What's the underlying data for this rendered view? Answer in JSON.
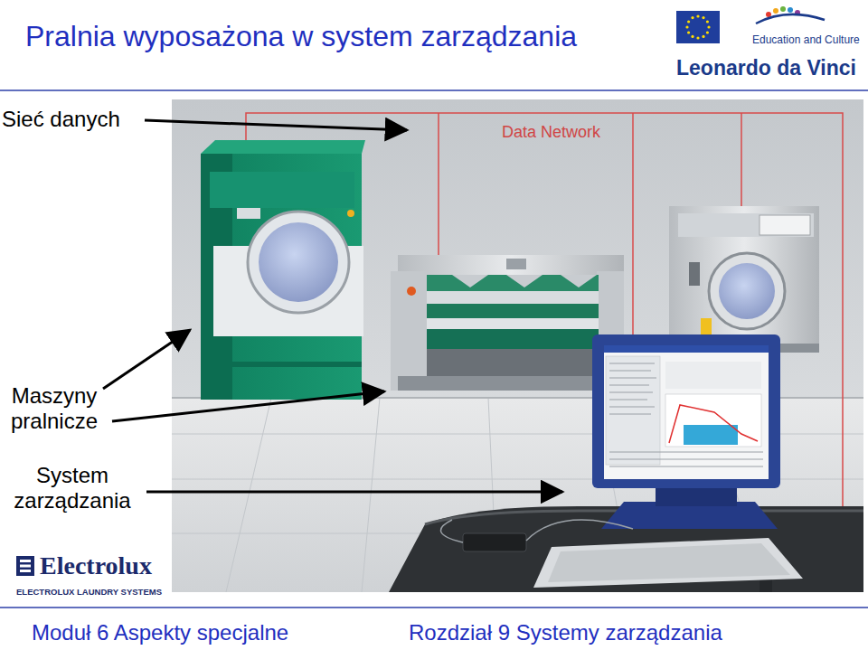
{
  "diagram": {
    "title": "Pralnia wyposażona w system zarządzania",
    "labels": [
      "Sieć danych",
      "Maszyny pralnicze",
      "System zarządzania",
      "Data Network",
      "Electrolux",
      "ELECTROLUX LAUNDRY SYSTEMS",
      "Education and Culture",
      "Leonardo da Vinci",
      "Moduł 6 Aspekty specjalne",
      "Rozdział 9 Systemy zarządzania"
    ]
  }
}
